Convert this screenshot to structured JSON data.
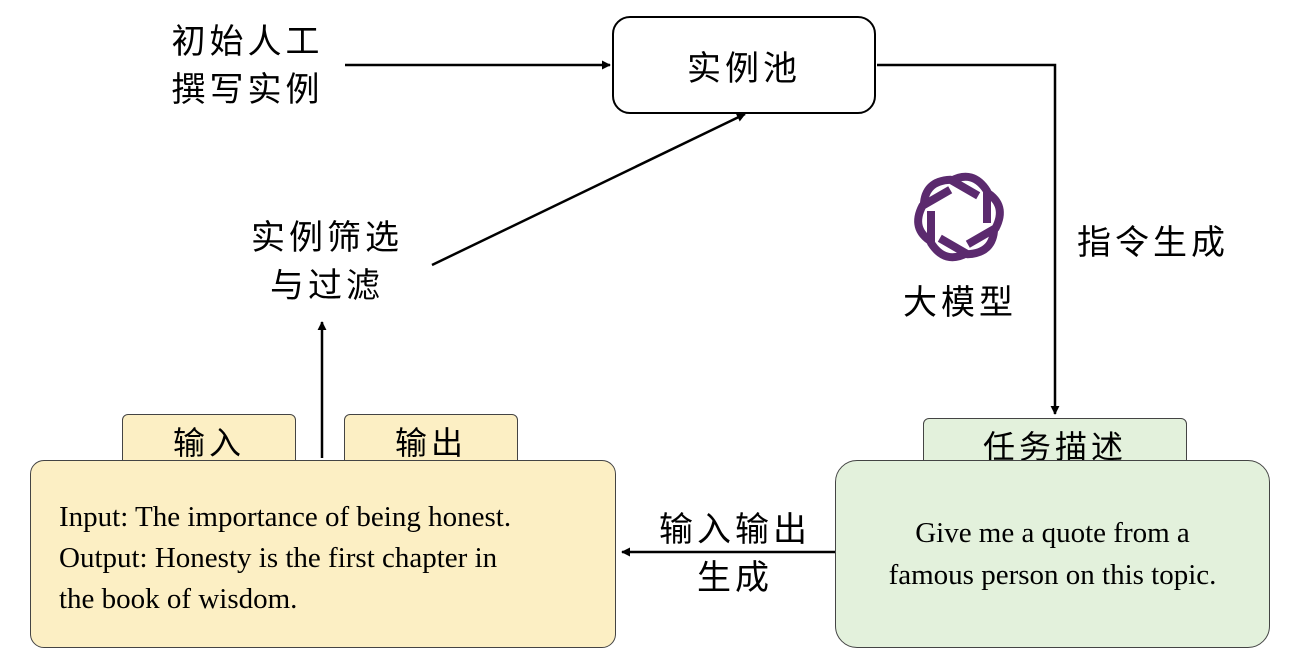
{
  "initial_seed": {
    "line1": "初始人工",
    "line2": "撰写实例"
  },
  "instance_pool": {
    "label": "实例池"
  },
  "filter": {
    "line1": "实例筛选",
    "line2": "与过滤"
  },
  "llm": {
    "label": "大模型",
    "icon": "openai-logo-icon",
    "color": "#5b2a6e"
  },
  "instruction_generation": {
    "label": "指令生成"
  },
  "task_description": {
    "tab": "任务描述",
    "text_line1": "Give me a quote from a",
    "text_line2": "famous person on this topic.",
    "fill": "#e3f1dc"
  },
  "io_generation": {
    "line1": "输入输出",
    "line2": "生成"
  },
  "instance_box": {
    "tab_input": "输入",
    "tab_output": "输出",
    "line1": "Input: The importance of being honest.",
    "line2": "Output: Honesty is the first chapter in",
    "line3": "the book of wisdom.",
    "fill": "#fcefc4"
  }
}
